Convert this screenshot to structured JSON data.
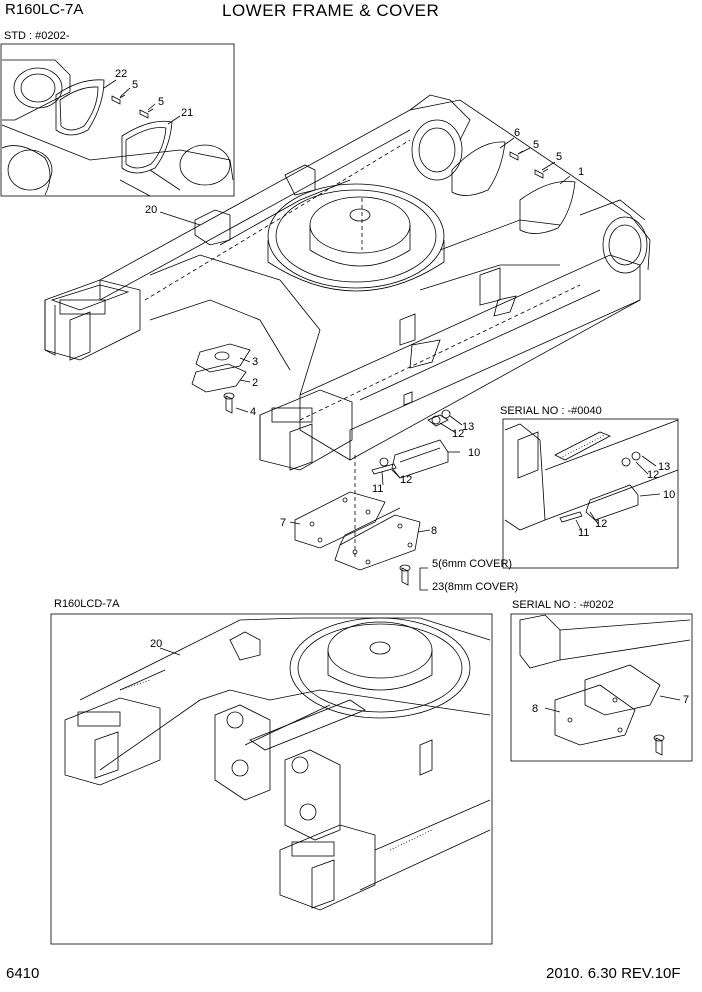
{
  "header": {
    "model": "R160LC-7A",
    "title": "LOWER FRAME & COVER",
    "std_note": "STD : #0202-"
  },
  "sections": {
    "lcd_title": "R160LCD-7A",
    "serial_1": "SERIAL NO : -#0040",
    "serial_2": "SERIAL NO : -#0202"
  },
  "footer": {
    "page": "6410",
    "date_rev": "2010. 6.30  REV.10F"
  },
  "callouts": {
    "inset_std": [
      "22",
      "5",
      "5",
      "21"
    ],
    "main": [
      "6",
      "5",
      "5",
      "1",
      "20",
      "3",
      "2",
      "4",
      "12",
      "13",
      "10",
      "11",
      "12",
      "7",
      "8"
    ],
    "bolt_5": "5(6mm COVER)",
    "bolt_23": "23(8mm COVER)",
    "serial_1_parts": [
      "12",
      "13",
      "10",
      "12",
      "11"
    ],
    "lcd": [
      "20"
    ],
    "serial_2_parts": [
      "8",
      "7"
    ]
  }
}
